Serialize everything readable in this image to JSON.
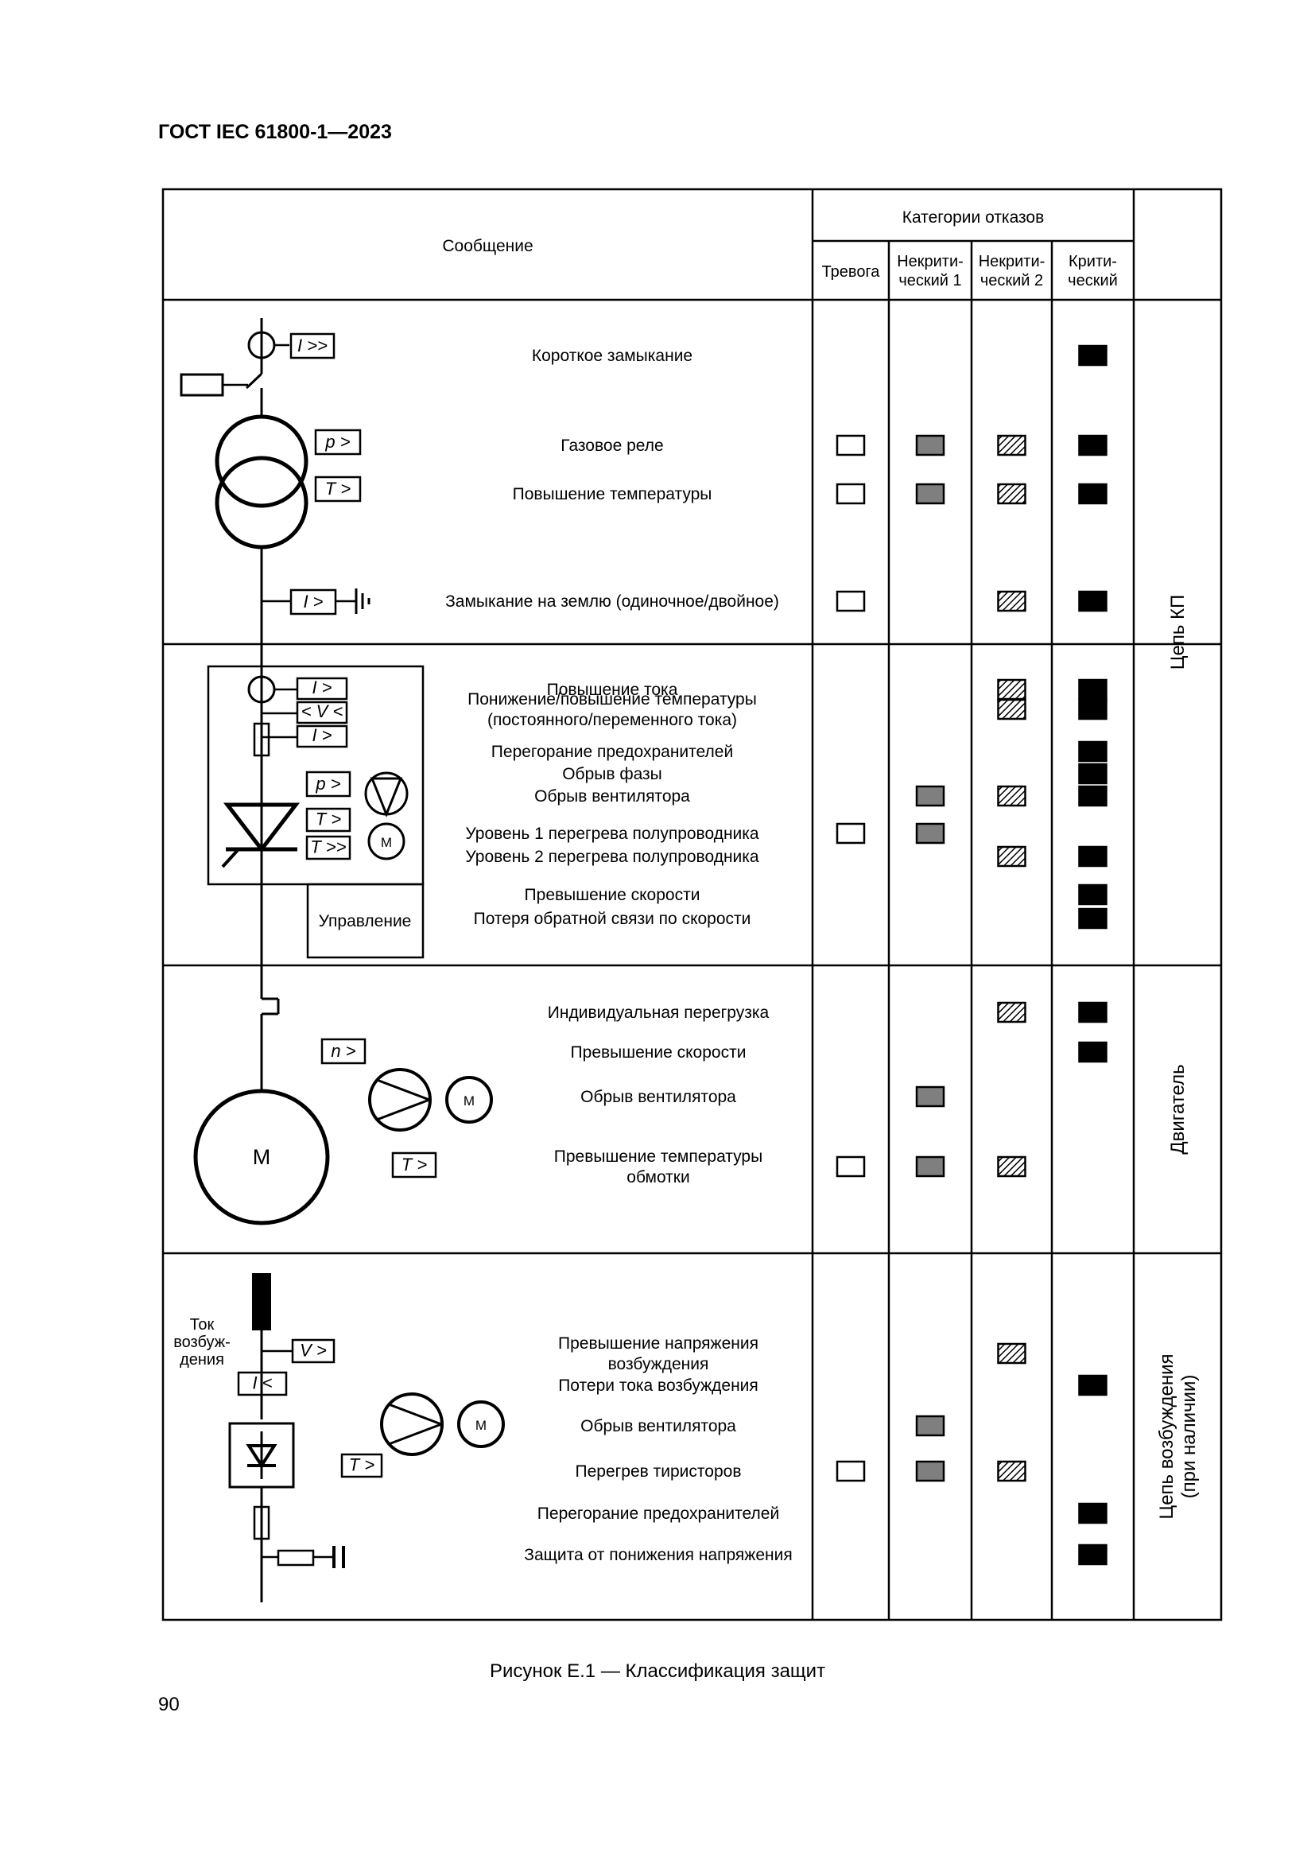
{
  "header": {
    "doc_id": "ГОСТ IEC 61800-1—2023"
  },
  "table": {
    "message_header": "Сообщение",
    "categories_header": "Категории отказов",
    "columns": [
      "Тревога",
      [
        "Некрити-",
        "ческий 1"
      ],
      [
        "Некрити-",
        "ческий 2"
      ],
      [
        "Крити-",
        "ческий"
      ]
    ],
    "legend": {
      "0": "empty box (Тревога)",
      "1": "grey box (Некритический 1)",
      "2": "hatched box (Некритический 2)",
      "3": "black box (Критический)"
    },
    "sections": [
      {
        "name": [
          "Цепь КП"
        ],
        "labels": {
          "I_hi": "I >>",
          "p": "p >",
          "T": "T >",
          "I": "I >"
        },
        "rows": [
          {
            "text": [
              "Короткое замыкание"
            ],
            "marks": [
              3
            ]
          },
          {
            "text": [
              "Газовое реле"
            ],
            "marks": [
              0,
              1,
              2,
              3
            ]
          },
          {
            "text": [
              "Повышение температуры"
            ],
            "marks": [
              0,
              1,
              2,
              3
            ]
          },
          {
            "text": [
              "Замыкание на землю (одиночное/двойное)"
            ],
            "marks": [
              0,
              2,
              3
            ]
          }
        ]
      },
      {
        "name": [],
        "labels": {
          "I1": "I >",
          "V": "< V <",
          "I2": "I >",
          "p": "p >",
          "T": "T >",
          "T2": "T >>",
          "motor": "M",
          "control": "Управление"
        },
        "rows": [
          {
            "text": [
              "Повышение тока"
            ],
            "marks": [
              2,
              3
            ]
          },
          {
            "text": [
              "Понижение/повышение температуры",
              "(постоянного/переменного тока)"
            ],
            "marks": [
              2,
              3
            ]
          },
          {
            "text": [
              "Перегорание предохранителей"
            ],
            "marks": [
              3
            ]
          },
          {
            "text": [
              "Обрыв фазы"
            ],
            "marks": [
              3
            ]
          },
          {
            "text": [
              "Обрыв вентилятора"
            ],
            "marks": [
              1,
              2,
              3
            ]
          },
          {
            "text": [
              "Уровень 1 перегрева полупроводника"
            ],
            "marks": [
              0,
              1
            ]
          },
          {
            "text": [
              "Уровень 2 перегрева полупроводника"
            ],
            "marks": [
              2,
              3
            ]
          },
          {
            "text": [
              "Превышение скорости"
            ],
            "marks": [
              3
            ]
          },
          {
            "text": [
              "Потеря обратной связи по скорости"
            ],
            "marks": [
              3
            ]
          }
        ]
      },
      {
        "name": [
          "Двигатель"
        ],
        "labels": {
          "n": "n >",
          "T": "T >",
          "motor_big": "M",
          "motor_small": "M"
        },
        "rows": [
          {
            "text": [
              "Индивидуальная перегрузка"
            ],
            "marks": [
              2,
              3
            ]
          },
          {
            "text": [
              "Превышение скорости"
            ],
            "marks": [
              3
            ]
          },
          {
            "text": [
              "Обрыв вентилятора"
            ],
            "marks": [
              1
            ]
          },
          {
            "text": [
              "Превышение температуры",
              "обмотки"
            ],
            "marks": [
              0,
              1,
              2
            ]
          }
        ]
      },
      {
        "name": [
          "Цепь возбуждения",
          "(при наличии)"
        ],
        "labels": {
          "current": [
            "Ток",
            "возбуж-",
            "дения"
          ],
          "V": "V >",
          "I": "I <",
          "T": "T >",
          "motor": "M"
        },
        "rows": [
          {
            "text": [
              "Превышение напряжения",
              "возбуждения"
            ],
            "marks": [
              2
            ]
          },
          {
            "text": [
              "Потери тока возбуждения"
            ],
            "marks": [
              3
            ]
          },
          {
            "text": [
              "Обрыв вентилятора"
            ],
            "marks": [
              1
            ]
          },
          {
            "text": [
              "Перегрев тиристоров"
            ],
            "marks": [
              0,
              1,
              2
            ]
          },
          {
            "text": [
              "Перегорание предохранителей"
            ],
            "marks": [
              3
            ]
          },
          {
            "text": [
              "Защита от понижения напряжения"
            ],
            "marks": [
              3
            ]
          }
        ]
      }
    ]
  },
  "caption": "Рисунок Е.1 — Классификация защит",
  "page_number": "90"
}
